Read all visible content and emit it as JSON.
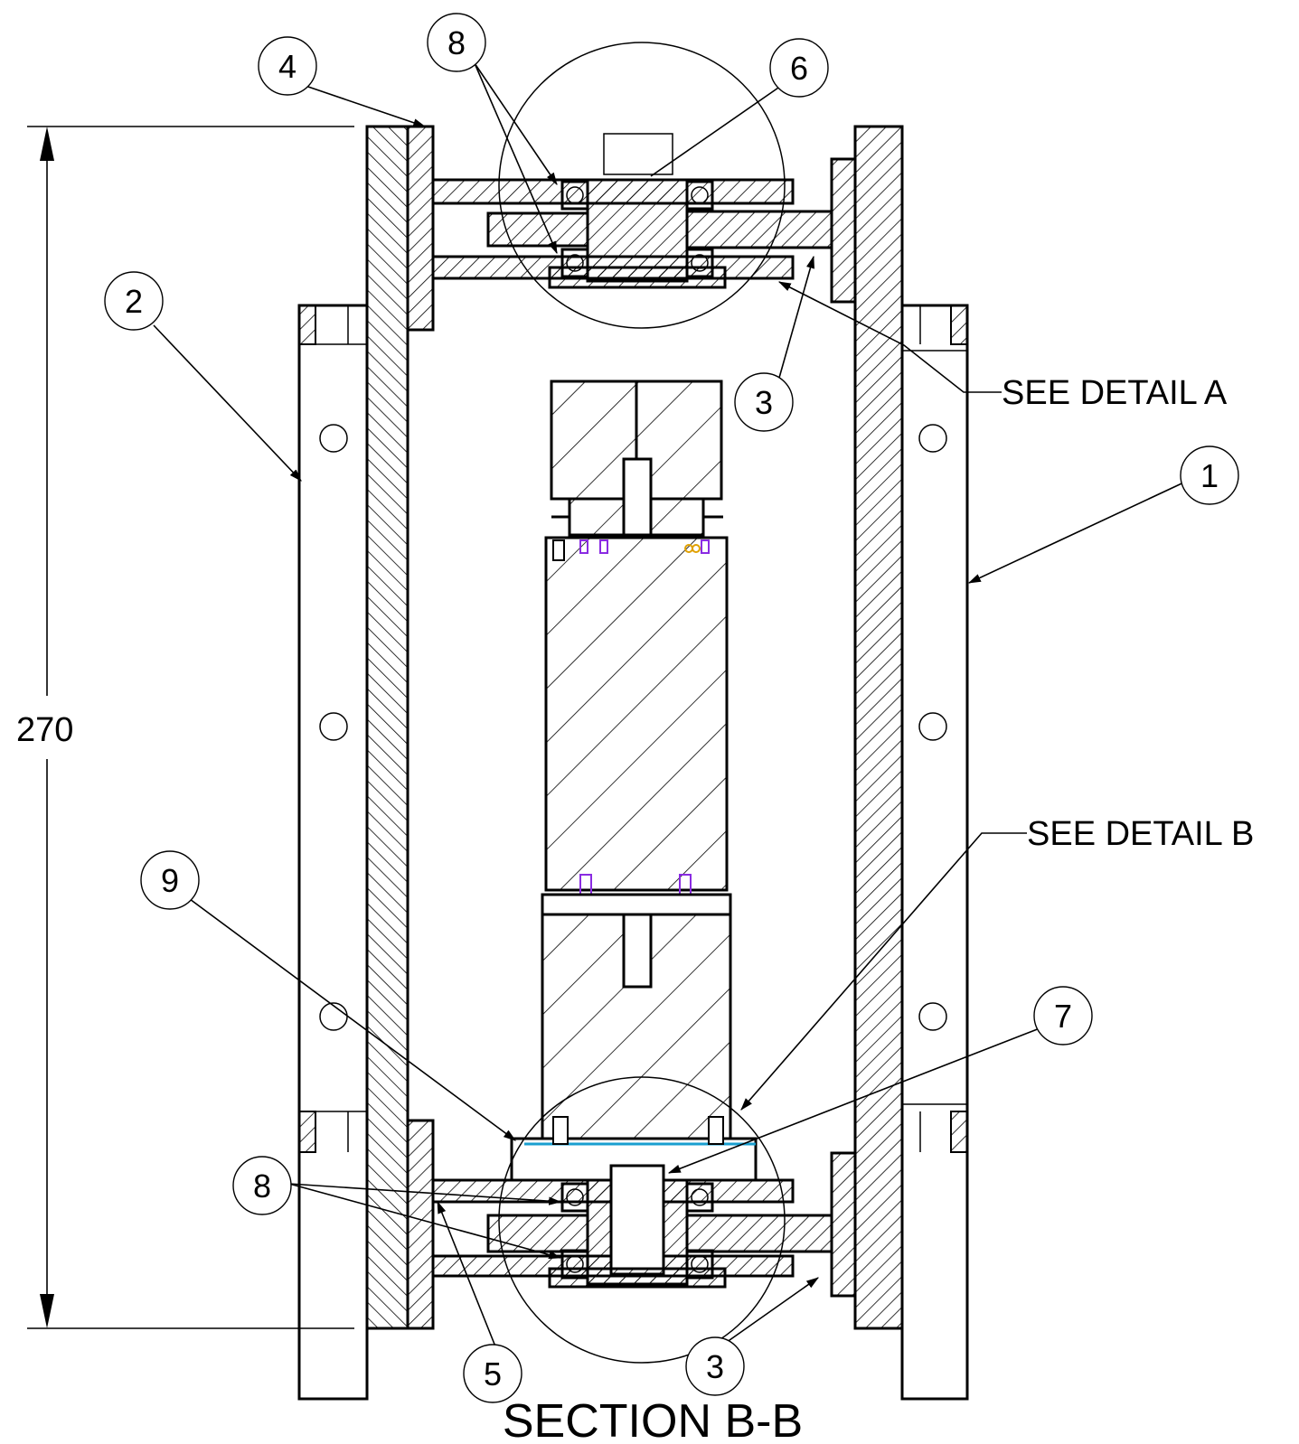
{
  "drawing": {
    "title": "SECTION  B-B",
    "notes": {
      "detail_a": "SEE DETAIL  A",
      "detail_b": "SEE DETAIL  B"
    },
    "dimension": "270",
    "balloons": [
      "1",
      "2",
      "3",
      "3",
      "4",
      "5",
      "6",
      "7",
      "8",
      "8",
      "9"
    ]
  }
}
